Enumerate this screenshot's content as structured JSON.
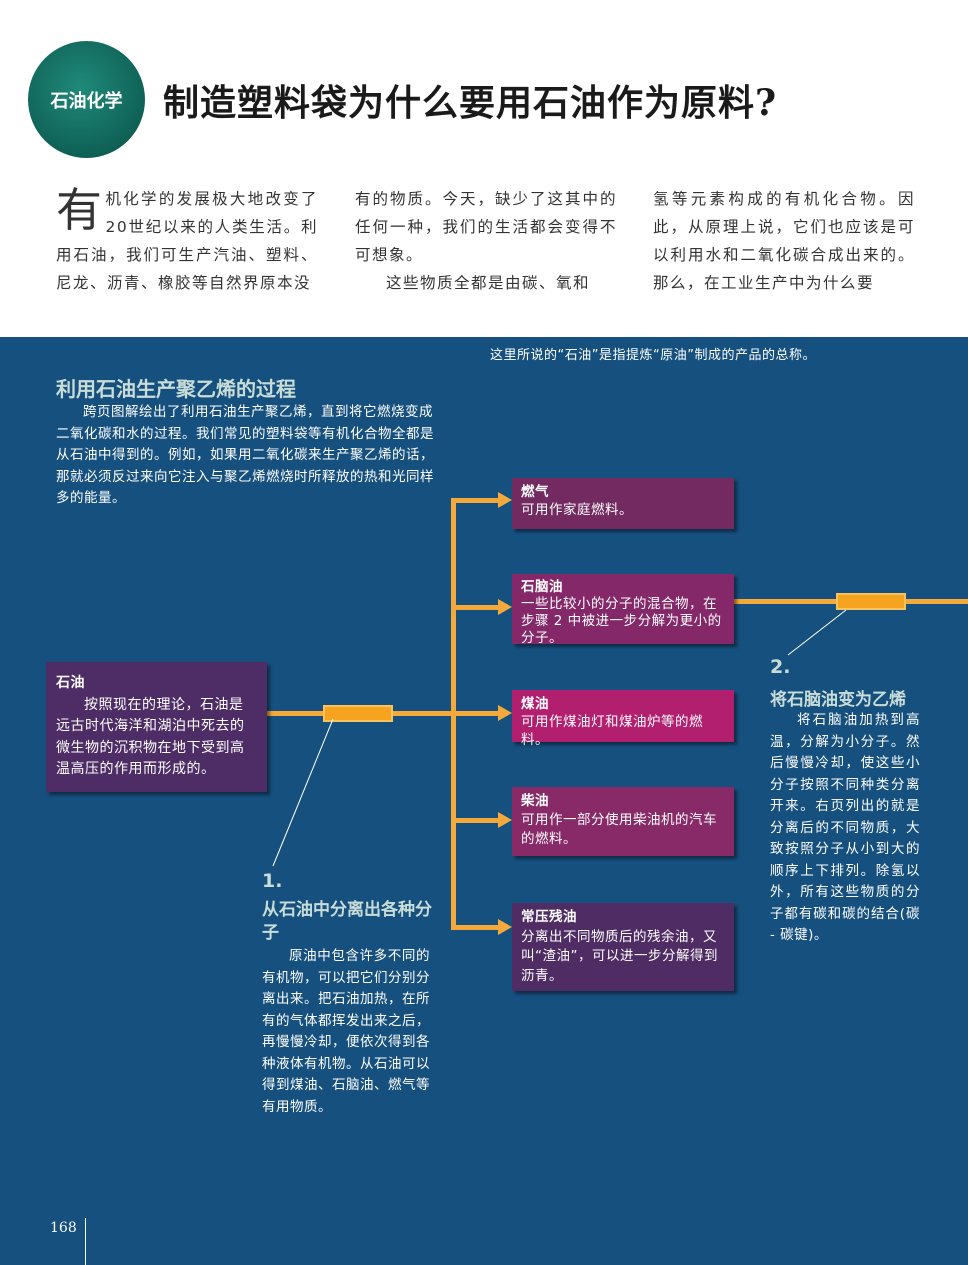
{
  "header": {
    "badge": "石油化学",
    "title": "制造塑料袋为什么要用石油作为原料?"
  },
  "intro": {
    "dropcap": "有",
    "col1": "机化学的发展极大地改变了20世纪以来的人类生活。利用石油，我们可生产汽油、塑料、尼龙、沥青、橡胶等自然界原本没",
    "col2a": "有的物质。今天，缺少了这其中的任何一种，我们的生活都会变得不可想象。",
    "col2b": "这些物质全都是由碳、氧和",
    "col3": "氢等元素构成的有机化合物。因此，从原理上说，它们也应该是可以利用水和二氧化碳合成出来的。那么，在工业生产中为什么要"
  },
  "footnote": "这里所说的“石油”是指提炼“原油”制成的产品的总称。",
  "section": {
    "title": "利用石油生产聚乙烯的过程",
    "body": "跨页图解绘出了利用石油生产聚乙烯，直到将它燃烧变成二氧化碳和水的过程。我们常见的塑料袋等有机化合物全都是从石油中得到的。例如，如果用二氧化碳来生产聚乙烯的话，那就必须反过来向它注入与聚乙烯燃烧时所释放的热和光同样多的能量。"
  },
  "source": {
    "title": "石油",
    "body": "按照现在的理论，石油是远古时代海洋和湖泊中死去的微生物的沉积物在地下受到高温高压的作用而形成的。"
  },
  "products": [
    {
      "name": "燃气",
      "desc": "可用作家庭燃料。",
      "color": "#722a60"
    },
    {
      "name": "石脑油",
      "desc": "一些比较小的分子的混合物，在步骤 2 中被进一步分解为更小的分子。",
      "color": "#85286a"
    },
    {
      "name": "煤油",
      "desc": "可用作煤油灯和煤油炉等的燃料。",
      "color": "#b31f6f"
    },
    {
      "name": "柴油",
      "desc": "可用作一部分使用柴油机的汽车的燃料。",
      "color": "#892a68"
    },
    {
      "name": "常压残油",
      "desc": "分离出不同物质后的残余油，又叫“渣油”，可以进一步分解得到沥青。",
      "color": "#4f2c64"
    }
  ],
  "step1": {
    "num": "1.",
    "title": "从石油中分离出各种分子",
    "body": "原油中包含许多不同的有机物，可以把它们分别分离出来。把石油加热，在所有的气体都挥发出来之后，再慢慢冷却，便依次得到各种液体有机物。从石油可以得到煤油、石脑油、燃气等有用物质。"
  },
  "step2": {
    "num": "2.",
    "title": "将石脑油变为乙烯",
    "body": "将石脑油加热到高温，分解为小分子。然后慢慢冷却，使这些小分子按照不同种类分离开来。右页列出的就是分离后的不同物质，大致按照分子从小到大的顺序上下排列。除氢以外，所有这些物质的分子都有碳和碳的结合(碳 - 碳键)。"
  },
  "page_number": "168"
}
